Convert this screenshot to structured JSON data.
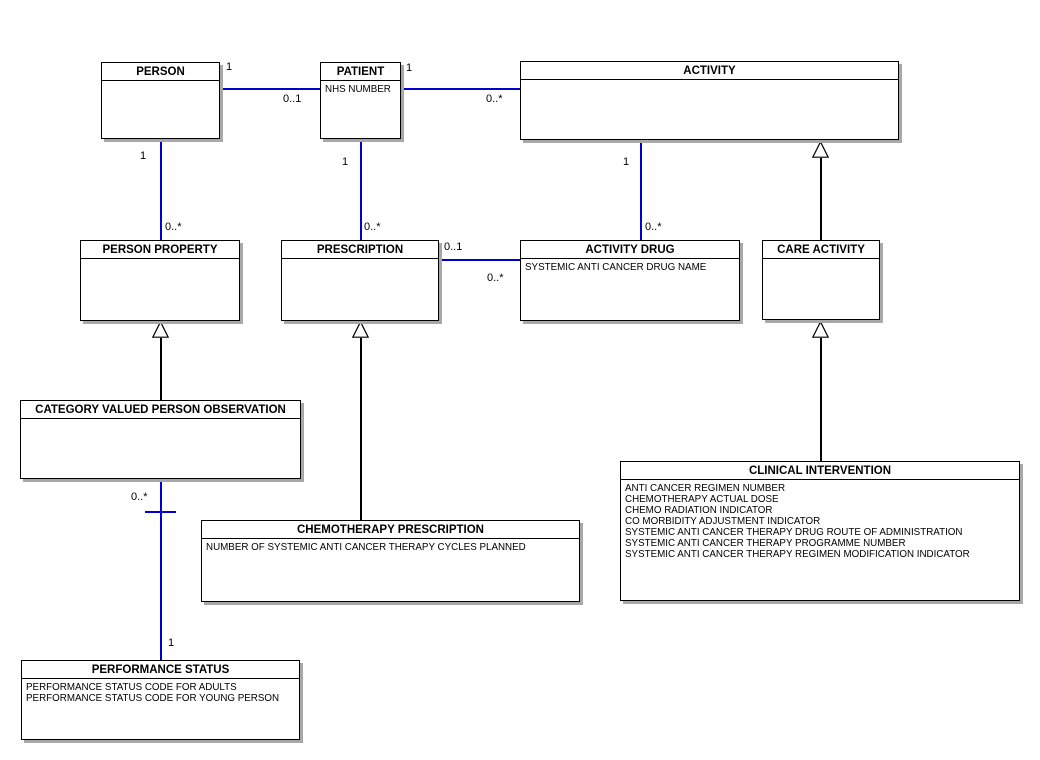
{
  "diagram": {
    "type": "uml-class-diagram",
    "colors": {
      "association_line": "#0000cc",
      "generalization_line": "#000000",
      "box_border": "#000000",
      "box_fill": "#ffffff",
      "shadow": "#a8a8a8"
    },
    "entities": [
      {
        "name": "PERSON",
        "attributes": []
      },
      {
        "name": "PATIENT",
        "attributes": [
          "NHS NUMBER"
        ]
      },
      {
        "name": "ACTIVITY",
        "attributes": []
      },
      {
        "name": "PERSON PROPERTY",
        "attributes": []
      },
      {
        "name": "PRESCRIPTION",
        "attributes": []
      },
      {
        "name": "ACTIVITY DRUG",
        "attributes": [
          "SYSTEMIC ANTI CANCER DRUG NAME"
        ]
      },
      {
        "name": "CARE ACTIVITY",
        "attributes": []
      },
      {
        "name": "CATEGORY VALUED PERSON OBSERVATION",
        "attributes": []
      },
      {
        "name": "CHEMOTHERAPY PRESCRIPTION",
        "attributes": [
          "NUMBER OF SYSTEMIC ANTI CANCER THERAPY CYCLES PLANNED"
        ]
      },
      {
        "name": "CLINICAL INTERVENTION",
        "attributes": [
          "ANTI CANCER REGIMEN NUMBER",
          "CHEMOTHERAPY ACTUAL DOSE",
          "CHEMO RADIATION INDICATOR",
          "CO MORBIDITY ADJUSTMENT INDICATOR",
          "SYSTEMIC ANTI CANCER THERAPY DRUG ROUTE OF ADMINISTRATION",
          "SYSTEMIC ANTI CANCER THERAPY PROGRAMME NUMBER",
          "SYSTEMIC ANTI CANCER THERAPY REGIMEN MODIFICATION INDICATOR"
        ]
      },
      {
        "name": "PERFORMANCE STATUS",
        "attributes": [
          "PERFORMANCE STATUS CODE FOR ADULTS",
          "PERFORMANCE STATUS CODE FOR YOUNG PERSON"
        ]
      }
    ],
    "relationships": [
      {
        "type": "association",
        "from": "PERSON",
        "to": "PATIENT",
        "from_mult": "1",
        "to_mult": "0..1"
      },
      {
        "type": "association",
        "from": "PATIENT",
        "to": "ACTIVITY",
        "from_mult": "1",
        "to_mult": "0..*"
      },
      {
        "type": "association",
        "from": "PERSON",
        "to": "PERSON PROPERTY",
        "from_mult": "1",
        "to_mult": "0..*"
      },
      {
        "type": "association",
        "from": "PATIENT",
        "to": "PRESCRIPTION",
        "from_mult": "1",
        "to_mult": "0..*"
      },
      {
        "type": "association",
        "from": "ACTIVITY",
        "to": "ACTIVITY DRUG",
        "from_mult": "1",
        "to_mult": "0..*"
      },
      {
        "type": "association",
        "from": "PRESCRIPTION",
        "to": "ACTIVITY DRUG",
        "from_mult": "0..1",
        "to_mult": "0..*"
      },
      {
        "type": "association",
        "from": "CATEGORY VALUED PERSON OBSERVATION",
        "to": "PERFORMANCE STATUS",
        "from_mult": "0..*",
        "to_mult": "1"
      },
      {
        "type": "generalization",
        "parent": "ACTIVITY",
        "child": "CARE ACTIVITY"
      },
      {
        "type": "generalization",
        "parent": "PERSON PROPERTY",
        "child": "CATEGORY VALUED PERSON OBSERVATION"
      },
      {
        "type": "generalization",
        "parent": "PRESCRIPTION",
        "child": "CHEMOTHERAPY PRESCRIPTION"
      },
      {
        "type": "generalization",
        "parent": "CARE ACTIVITY",
        "child": "CLINICAL INTERVENTION"
      }
    ]
  }
}
